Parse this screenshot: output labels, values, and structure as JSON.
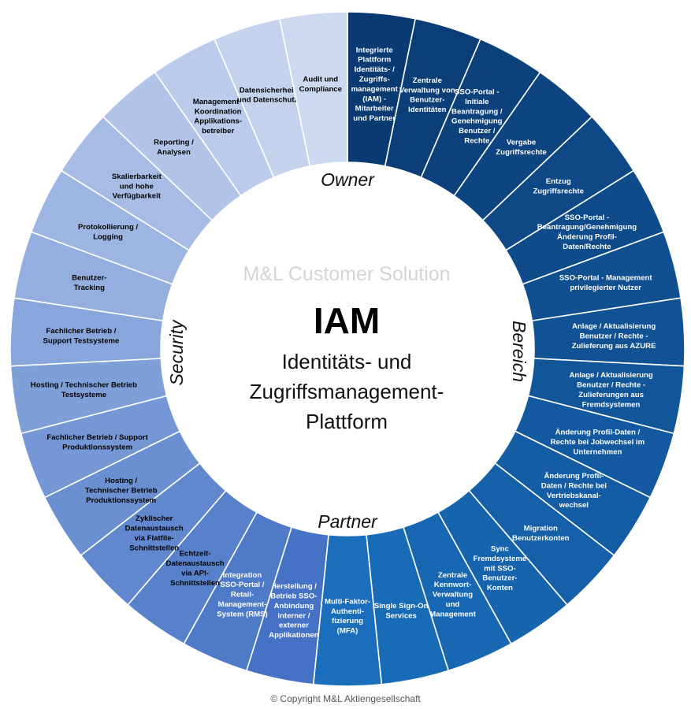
{
  "center": {
    "company": "M&L Customer Solution",
    "title": "IAM",
    "subtitle_lines": [
      "Identitäts- und",
      "Zugriffsmanagement-",
      "Plattform"
    ]
  },
  "ring_labels": [
    "Owner",
    "Bereich",
    "Partner",
    "Security"
  ],
  "segments": [
    {
      "lines": [
        "Integrierte",
        "Plattform",
        "Identitäts- /",
        "Zugriffs-",
        "management",
        "(IAM) -",
        "Mitarbeiter",
        "und Partner"
      ],
      "color": "#0a3a72",
      "text_color": "#ffffff"
    },
    {
      "lines": [
        "Zentrale",
        "Verwaltung von",
        "Benutzer-",
        "Identitäten"
      ],
      "color": "#0b3d77",
      "text_color": "#ffffff"
    },
    {
      "lines": [
        "SSO-Portal -",
        "Initiale",
        "Beantragung /",
        "Genehmigung",
        "Benutzer /",
        "Rechte"
      ],
      "color": "#0c417c",
      "text_color": "#ffffff"
    },
    {
      "lines": [
        "Vergabe",
        "Zugriffsrechte"
      ],
      "color": "#0d4481",
      "text_color": "#ffffff"
    },
    {
      "lines": [
        "Entzug",
        "Zugriffsrechte"
      ],
      "color": "#0e4886",
      "text_color": "#ffffff"
    },
    {
      "lines": [
        "SSO-Portal -",
        "Beantragung/Genehmigung",
        "Änderung Profil-",
        "Daten/Rechte"
      ],
      "color": "#0f4b8b",
      "text_color": "#ffffff"
    },
    {
      "lines": [
        "SSO-Portal - Management",
        "privilegierter Nutzer"
      ],
      "color": "#104f90",
      "text_color": "#ffffff"
    },
    {
      "lines": [
        "Anlage / Aktualisierung",
        "Benutzer / Rechte -",
        "Zulieferung aus AZURE"
      ],
      "color": "#115295",
      "text_color": "#ffffff"
    },
    {
      "lines": [
        "Anlage / Aktualisierung",
        "Benutzer / Rechte -",
        "Zulieferungen aus",
        "Fremdsystemen"
      ],
      "color": "#12569a",
      "text_color": "#ffffff"
    },
    {
      "lines": [
        "Änderung Profil-Daten /",
        "Rechte bei Jobwechsel im",
        "Unternehmen"
      ],
      "color": "#13599f",
      "text_color": "#ffffff"
    },
    {
      "lines": [
        "Änderung Profil-",
        "Daten / Rechte bei",
        "Vertriebskanal-",
        "wechsel"
      ],
      "color": "#145da4",
      "text_color": "#ffffff"
    },
    {
      "lines": [
        "Migration",
        "Benutzerkonten"
      ],
      "color": "#1560a8",
      "text_color": "#ffffff"
    },
    {
      "lines": [
        "Sync",
        "Fremdsysteme",
        "mit SSO-",
        "Benutzer-",
        "Konten"
      ],
      "color": "#1664ad",
      "text_color": "#ffffff"
    },
    {
      "lines": [
        "Zentrale",
        "Kennwort-",
        "Verwaltung",
        "und",
        "Management"
      ],
      "color": "#1767b2",
      "text_color": "#ffffff"
    },
    {
      "lines": [
        "Single Sign-On",
        "Services"
      ],
      "color": "#186bb6",
      "text_color": "#ffffff"
    },
    {
      "lines": [
        "Multi-Faktor-",
        "Authenti-",
        "fizierung",
        "(MFA)"
      ],
      "color": "#1a6ebb",
      "text_color": "#ffffff"
    },
    {
      "lines": [
        "Herstellung /",
        "Betrieb SSO-",
        "Anbindung",
        "interner /",
        "externer",
        "Applikationen"
      ],
      "color": "#4572c4",
      "text_color": "#ffffff"
    },
    {
      "lines": [
        "Integration",
        "SSO-Portal /",
        "Retail-",
        "Management-",
        "System (RMS)"
      ],
      "color": "#4e7ac8",
      "text_color": "#ffffff"
    },
    {
      "lines": [
        "Echtzeit-",
        "Datenaustausch",
        "via API-",
        "Schnittstellen"
      ],
      "color": "#5781cb",
      "text_color": "#000000"
    },
    {
      "lines": [
        "Zyklischer",
        "Datenaustausch",
        "via Flatfile-",
        "Schnittstellen"
      ],
      "color": "#6188cf",
      "text_color": "#000000"
    },
    {
      "lines": [
        "Hosting /",
        "Technischer Betrieb",
        "Produktionssystem"
      ],
      "color": "#6b90d2",
      "text_color": "#000000"
    },
    {
      "lines": [
        "Fachlicher Betrieb / Support",
        "Produktionssystem"
      ],
      "color": "#7597d6",
      "text_color": "#000000"
    },
    {
      "lines": [
        "Hosting / Technischer Betrieb",
        "Testsysteme"
      ],
      "color": "#7f9fd9",
      "text_color": "#000000"
    },
    {
      "lines": [
        "Fachlicher Betrieb /",
        "Support Testsysteme"
      ],
      "color": "#89a6dc",
      "text_color": "#000000"
    },
    {
      "lines": [
        "Benutzer-",
        "Tracking"
      ],
      "color": "#93aedf",
      "text_color": "#000000"
    },
    {
      "lines": [
        "Protokollierung /",
        "Logging"
      ],
      "color": "#9db5e2",
      "text_color": "#000000"
    },
    {
      "lines": [
        "Skalierbarkeit",
        "und hohe",
        "Verfügbarkeit"
      ],
      "color": "#a7bce5",
      "text_color": "#000000"
    },
    {
      "lines": [
        "Reporting /",
        "Analysen"
      ],
      "color": "#b1c4e8",
      "text_color": "#000000"
    },
    {
      "lines": [
        "Management /",
        "Koordination",
        "Applikations-",
        "betreiber"
      ],
      "color": "#bacbeb",
      "text_color": "#000000"
    },
    {
      "lines": [
        "Datensicherheit",
        "und Datenschutz"
      ],
      "color": "#c4d2ee",
      "text_color": "#000000"
    },
    {
      "lines": [
        "Audit und",
        "Compliance"
      ],
      "color": "#cdd9f1",
      "text_color": "#000000"
    }
  ],
  "copyright": "© Copyright M&L Aktiengesellschaft"
}
